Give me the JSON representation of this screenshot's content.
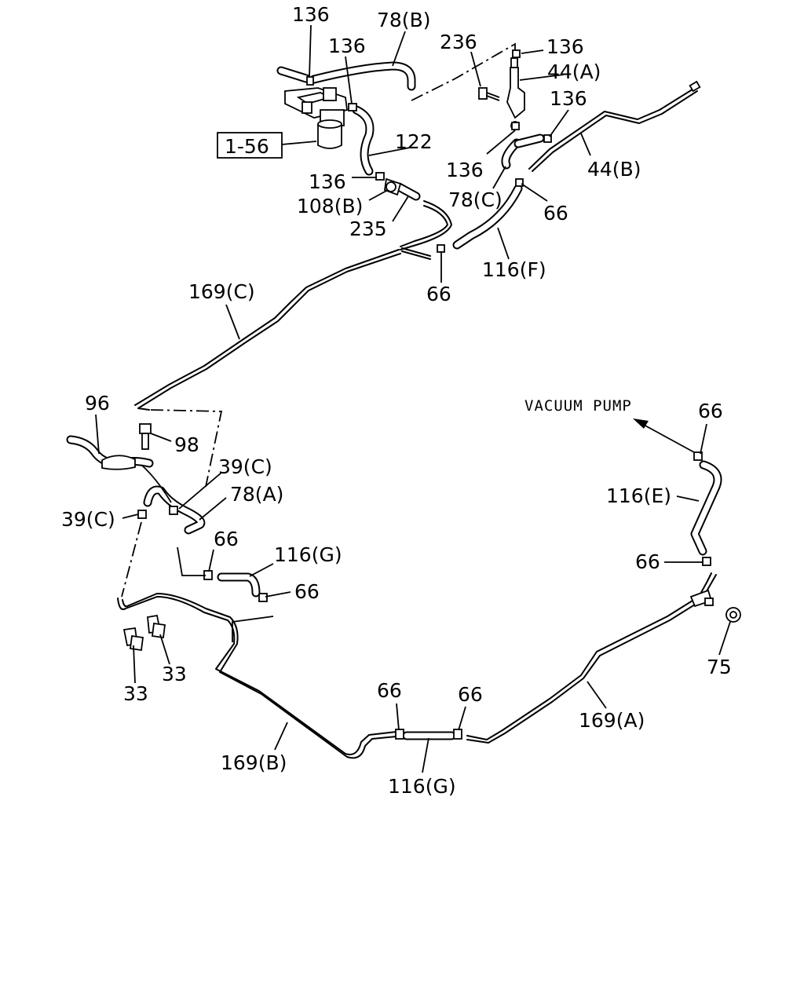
{
  "callouts": {
    "c136_a": "136",
    "c78b": "78(B)",
    "c136_b": "136",
    "c236": "236",
    "c136_c": "136",
    "c44a": "44(A)",
    "c136_d": "136",
    "c156": "1-56",
    "c122": "122",
    "c136_e": "136",
    "c78c": "78(C)",
    "c44b": "44(B)",
    "c136_f": "136",
    "c108b": "108(B)",
    "c235": "235",
    "c66_a": "66",
    "c116f": "116(F)",
    "c66_b": "66",
    "c169c": "169(C)",
    "c96": "96",
    "c98": "98",
    "c39c_a": "39(C)",
    "c78a": "78(A)",
    "c39c_b": "39(C)",
    "c66_c": "66",
    "c116g_a": "116(G)",
    "c66_d": "66",
    "c33_a": "33",
    "c33_b": "33",
    "vacuum": "VACUUM PUMP",
    "c66_e": "66",
    "c116e": "116(E)",
    "c66_f": "66",
    "c75": "75",
    "c169a": "169(A)",
    "c66_g": "66",
    "c66_h": "66",
    "c169b": "169(B)",
    "c116g_b": "116(G)"
  }
}
